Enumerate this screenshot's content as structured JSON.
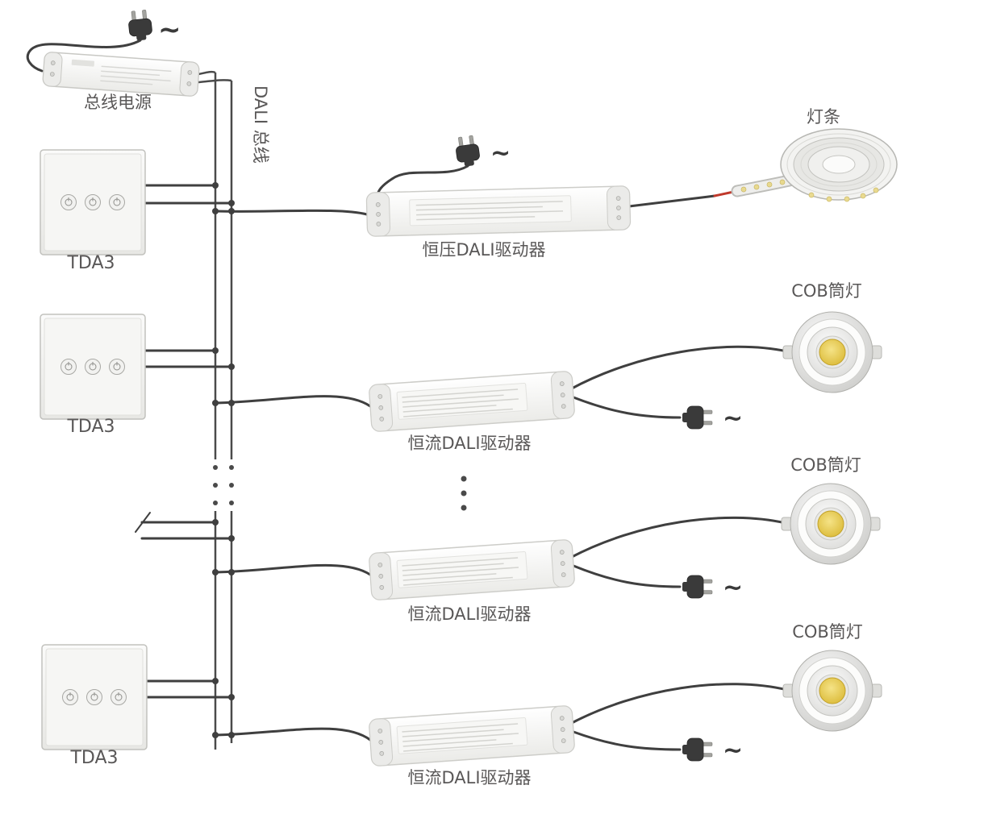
{
  "diagram": {
    "power_supply": {
      "label": "总线电源",
      "ac": "~"
    },
    "bus": {
      "label": "DALI 总线"
    },
    "panels": [
      {
        "label": "TDA3"
      },
      {
        "label": "TDA3"
      },
      {
        "label": "TDA3"
      }
    ],
    "cv_driver": {
      "label": "恒压DALI驱动器",
      "ac": "~"
    },
    "cc_drivers": [
      {
        "label": "恒流DALI驱动器",
        "ac": "~"
      },
      {
        "label": "恒流DALI驱动器",
        "ac": "~"
      },
      {
        "label": "恒流DALI驱动器",
        "ac": "~"
      }
    ],
    "light_strip": {
      "label": "灯条"
    },
    "cob_lights": [
      {
        "label": "COB筒灯"
      },
      {
        "label": "COB筒灯"
      },
      {
        "label": "COB筒灯"
      }
    ],
    "colors": {
      "wire": "#3f3f3f",
      "bus_line": "#4a4a4a",
      "label_text": "#595757",
      "strip_connector": "#c0392b",
      "cob_chip": "#dcb92d"
    }
  }
}
